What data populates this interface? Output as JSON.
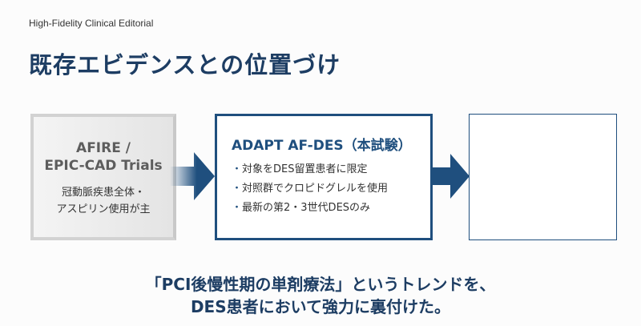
{
  "header": {
    "subtitle": "High-Fidelity Clinical Editorial",
    "title": "既存エビデンスとの位置づけ"
  },
  "left_box": {
    "heading_line1": "AFIRE /",
    "heading_line2": "EPIC-CAD Trials",
    "body_line1": "冠動脈疾患全体・",
    "body_line2": "アスピリン使用が主"
  },
  "middle_box": {
    "heading": "ADAPT AF-DES（本試験）",
    "items": [
      "対象をDES留置患者に限定",
      "対照群でクロピドグレルを使用",
      "最新の第2・3世代DESのみ"
    ]
  },
  "conclusion": {
    "line1": "「PCI後慢性期の単剤療法」というトレンドを、",
    "line2": "DES患者において強力に裏付けた。"
  },
  "colors": {
    "accent": "#1f4f7e"
  }
}
